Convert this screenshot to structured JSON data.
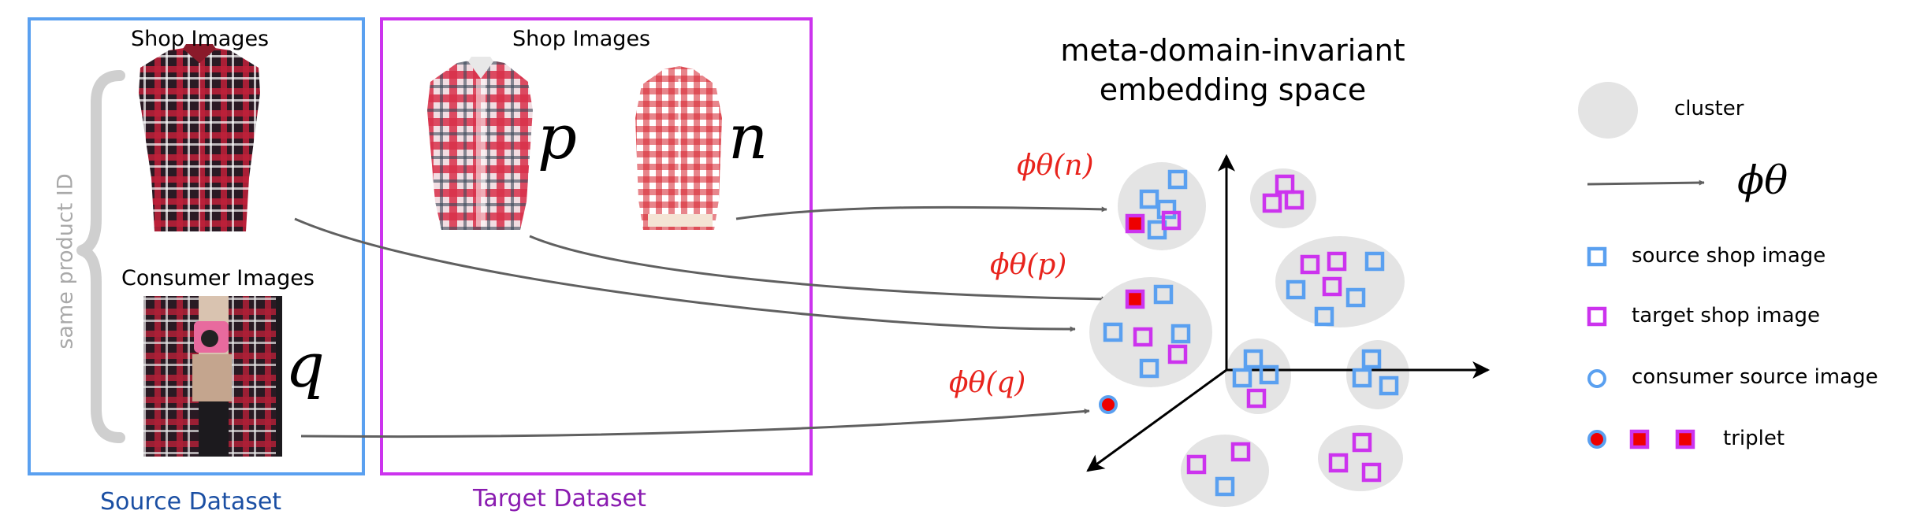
{
  "source_panel": {
    "shop_label": "Shop Images",
    "consumer_label": "Consumer Images",
    "id_label": "same product ID",
    "query_var": "q",
    "footer": "Source Dataset",
    "border_color": "#5aa0f0",
    "footer_color": "#1b4fa3"
  },
  "target_panel": {
    "shop_label": "Shop Images",
    "positive_var": "p",
    "negative_var": "n",
    "footer": "Target Dataset",
    "border_color": "#cc33ee",
    "footer_color": "#8a1bb0"
  },
  "embedding": {
    "title_line1": "meta-domain-invariant",
    "title_line2": "embedding space",
    "phi_n": "ϕθ(n)",
    "phi_p": "ϕθ(p)",
    "phi_q": "ϕθ(q)",
    "label_color": "#e8231c"
  },
  "legend": {
    "cluster": "cluster",
    "mapping": "ϕθ",
    "source_shop": "source shop image",
    "target_shop": "target shop image",
    "consumer_source": "consumer source image",
    "triplet": "triplet"
  },
  "colors": {
    "source": "#5aa0f0",
    "target": "#cc33ee",
    "triplet_fill": "#ee0000",
    "cluster": "#e4e4e4",
    "arrow": "#606060"
  }
}
